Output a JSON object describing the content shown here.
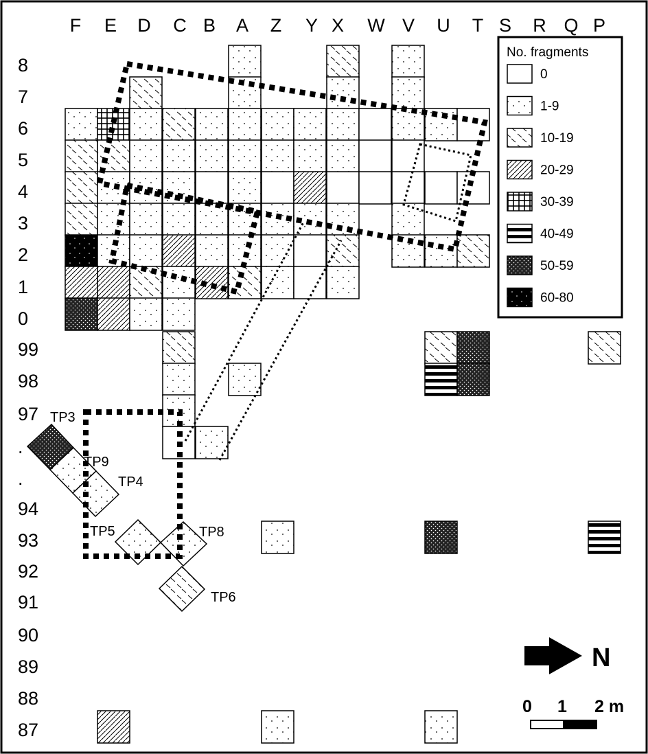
{
  "columns": [
    "F",
    "E",
    "D",
    "C",
    "B",
    "A",
    "Z",
    "Y",
    "X",
    "W",
    "V",
    "U",
    "T",
    "S",
    "R",
    "Q",
    "P"
  ],
  "rows": [
    "8",
    "7",
    "6",
    "5",
    "4",
    "3",
    "2",
    "1",
    "0",
    "99",
    "98",
    "97",
    ".",
    ".",
    "94",
    "93",
    "92",
    "91",
    "90",
    "89",
    "88",
    "87"
  ],
  "legend": {
    "title": "No. fragments",
    "items": [
      {
        "label": "0",
        "pattern": "p0"
      },
      {
        "label": "1-9",
        "pattern": "p1"
      },
      {
        "label": "10-19",
        "pattern": "p2"
      },
      {
        "label": "20-29",
        "pattern": "p3"
      },
      {
        "label": "30-39",
        "pattern": "p4"
      },
      {
        "label": "40-49",
        "pattern": "p5"
      },
      {
        "label": "50-59",
        "pattern": "p6"
      },
      {
        "label": "60-80",
        "pattern": "p7"
      }
    ]
  },
  "squares": [
    {
      "col": "A",
      "row": "8",
      "p": "p1"
    },
    {
      "col": "X",
      "row": "8",
      "p": "p2"
    },
    {
      "col": "V",
      "row": "8",
      "p": "p1"
    },
    {
      "col": "D",
      "row": "7",
      "p": "p2"
    },
    {
      "col": "A",
      "row": "7",
      "p": "p1"
    },
    {
      "col": "X",
      "row": "7",
      "p": "p1"
    },
    {
      "col": "V",
      "row": "7",
      "p": "p1"
    },
    {
      "col": "F",
      "row": "6",
      "p": "p1"
    },
    {
      "col": "E",
      "row": "6",
      "p": "p4"
    },
    {
      "col": "D",
      "row": "6",
      "p": "p1"
    },
    {
      "col": "C",
      "row": "6",
      "p": "p2"
    },
    {
      "col": "B",
      "row": "6",
      "p": "p1"
    },
    {
      "col": "A",
      "row": "6",
      "p": "p1"
    },
    {
      "col": "Z",
      "row": "6",
      "p": "p1"
    },
    {
      "col": "Y",
      "row": "6",
      "p": "p1"
    },
    {
      "col": "X",
      "row": "6",
      "p": "p1"
    },
    {
      "col": "W",
      "row": "6",
      "p": "p0"
    },
    {
      "col": "V",
      "row": "6",
      "p": "p1"
    },
    {
      "col": "U",
      "row": "6",
      "p": "p1"
    },
    {
      "col": "T",
      "row": "6",
      "p": "p0"
    },
    {
      "col": "F",
      "row": "5",
      "p": "p2"
    },
    {
      "col": "E",
      "row": "5",
      "p": "p2"
    },
    {
      "col": "D",
      "row": "5",
      "p": "p1"
    },
    {
      "col": "C",
      "row": "5",
      "p": "p1"
    },
    {
      "col": "B",
      "row": "5",
      "p": "p1"
    },
    {
      "col": "A",
      "row": "5",
      "p": "p1"
    },
    {
      "col": "Z",
      "row": "5",
      "p": "p1"
    },
    {
      "col": "Y",
      "row": "5",
      "p": "p1"
    },
    {
      "col": "X",
      "row": "5",
      "p": "p1"
    },
    {
      "col": "W",
      "row": "5",
      "p": "p0"
    },
    {
      "col": "V",
      "row": "5",
      "p": "p0"
    },
    {
      "col": "F",
      "row": "4",
      "p": "p2"
    },
    {
      "col": "E",
      "row": "4",
      "p": "p1"
    },
    {
      "col": "D",
      "row": "4",
      "p": "p1"
    },
    {
      "col": "C",
      "row": "4",
      "p": "p1"
    },
    {
      "col": "B",
      "row": "4",
      "p": "p0"
    },
    {
      "col": "A",
      "row": "4",
      "p": "p1"
    },
    {
      "col": "Z",
      "row": "4",
      "p": "p0"
    },
    {
      "col": "Y",
      "row": "4",
      "p": "p3"
    },
    {
      "col": "X",
      "row": "4",
      "p": "p0"
    },
    {
      "col": "W",
      "row": "4",
      "p": "p0"
    },
    {
      "col": "V",
      "row": "4",
      "p": "p0"
    },
    {
      "col": "U",
      "row": "4",
      "p": "p0"
    },
    {
      "col": "T",
      "row": "4",
      "p": "p0"
    },
    {
      "col": "F",
      "row": "3",
      "p": "p2"
    },
    {
      "col": "E",
      "row": "3",
      "p": "p1"
    },
    {
      "col": "D",
      "row": "3",
      "p": "p1"
    },
    {
      "col": "C",
      "row": "3",
      "p": "p1"
    },
    {
      "col": "B",
      "row": "3",
      "p": "p1"
    },
    {
      "col": "A",
      "row": "3",
      "p": "p1"
    },
    {
      "col": "Z",
      "row": "3",
      "p": "p1"
    },
    {
      "col": "Y",
      "row": "3",
      "p": "p1"
    },
    {
      "col": "X",
      "row": "3",
      "p": "p1"
    },
    {
      "col": "V",
      "row": "3",
      "p": "p1"
    },
    {
      "col": "F",
      "row": "2",
      "p": "p7"
    },
    {
      "col": "E",
      "row": "2",
      "p": "p1"
    },
    {
      "col": "D",
      "row": "2",
      "p": "p1"
    },
    {
      "col": "C",
      "row": "2",
      "p": "p3"
    },
    {
      "col": "B",
      "row": "2",
      "p": "p1"
    },
    {
      "col": "A",
      "row": "2",
      "p": "p1"
    },
    {
      "col": "Z",
      "row": "2",
      "p": "p1"
    },
    {
      "col": "Y",
      "row": "2",
      "p": "p0"
    },
    {
      "col": "X",
      "row": "2",
      "p": "p2"
    },
    {
      "col": "V",
      "row": "2",
      "p": "p1"
    },
    {
      "col": "U",
      "row": "2",
      "p": "p1"
    },
    {
      "col": "T",
      "row": "2",
      "p": "p2"
    },
    {
      "col": "F",
      "row": "1",
      "p": "p3"
    },
    {
      "col": "E",
      "row": "1",
      "p": "p3"
    },
    {
      "col": "D",
      "row": "1",
      "p": "p2"
    },
    {
      "col": "C",
      "row": "1",
      "p": "p1"
    },
    {
      "col": "B",
      "row": "1",
      "p": "p3"
    },
    {
      "col": "A",
      "row": "1",
      "p": "p2"
    },
    {
      "col": "Z",
      "row": "1",
      "p": "p1"
    },
    {
      "col": "Y",
      "row": "1",
      "p": "p0"
    },
    {
      "col": "X",
      "row": "1",
      "p": "p1"
    },
    {
      "col": "F",
      "row": "0",
      "p": "p6"
    },
    {
      "col": "E",
      "row": "0",
      "p": "p3"
    },
    {
      "col": "D",
      "row": "0",
      "p": "p1"
    },
    {
      "col": "C",
      "row": "0",
      "p": "p1"
    },
    {
      "col": "C",
      "row": "99",
      "p": "p2"
    },
    {
      "col": "U",
      "row": "99",
      "p": "p2"
    },
    {
      "col": "T",
      "row": "99",
      "p": "p6"
    },
    {
      "col": "P",
      "row": "99",
      "p": "p2"
    },
    {
      "col": "C",
      "row": "98",
      "p": "p1"
    },
    {
      "col": "A",
      "row": "98",
      "p": "p1"
    },
    {
      "col": "U",
      "row": "98",
      "p": "p5"
    },
    {
      "col": "T",
      "row": "98",
      "p": "p6"
    },
    {
      "col": "C",
      "row": "97",
      "p": "p1"
    },
    {
      "col": "C",
      "row": "96",
      "p": "p0"
    },
    {
      "col": "B",
      "row": "96",
      "p": "p1"
    },
    {
      "col": "Z",
      "row": "93",
      "p": "p1"
    },
    {
      "col": "U",
      "row": "93",
      "p": "p6"
    },
    {
      "col": "P",
      "row": "93",
      "p": "p5"
    },
    {
      "col": "E",
      "row": "87",
      "p": "p3"
    },
    {
      "col": "Z",
      "row": "87",
      "p": "p1"
    },
    {
      "col": "U",
      "row": "87",
      "p": "p1"
    }
  ],
  "test_pits": [
    {
      "label": "TP3",
      "p": "p6"
    },
    {
      "label": "TP9",
      "p": "p1"
    },
    {
      "label": "TP4",
      "p": "p1"
    },
    {
      "label": "TP5",
      "p": "p1"
    },
    {
      "label": "TP8",
      "p": "p1"
    },
    {
      "label": "TP6",
      "p": "p2"
    }
  ],
  "north": {
    "label": "N"
  },
  "scale": {
    "labels": [
      "0",
      "1",
      "2 m"
    ]
  }
}
